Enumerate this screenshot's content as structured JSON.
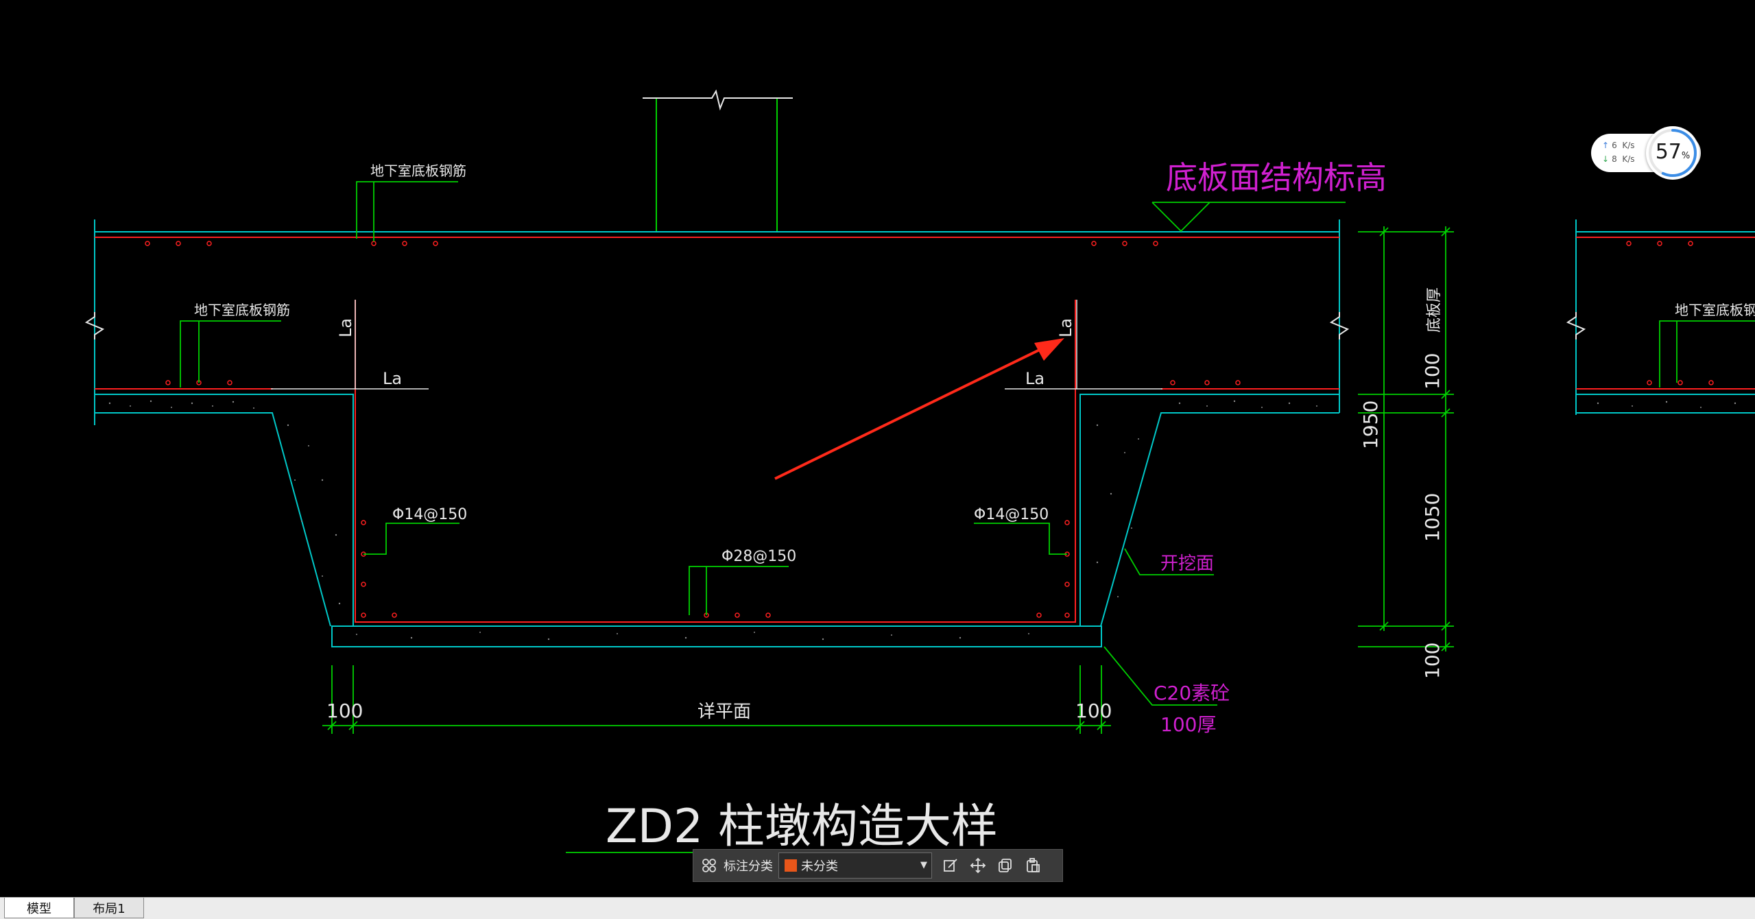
{
  "drawing": {
    "labels": {
      "basement_slab_rebar_top": "地下室底板钢筋",
      "basement_slab_rebar_mid": "地下室底板钢筋",
      "basement_slab_rebar_right": "地下室底板钢筋",
      "slab_top_elevation": "底板面结构标高",
      "la_vert_left": "La",
      "la_horiz_left": "La",
      "la_vert_right": "La",
      "la_horiz_right": "La",
      "rebar_left": "Φ14@150",
      "rebar_right": "Φ14@150",
      "rebar_bottom": "Φ28@150",
      "excavation_face": "开挖面",
      "concrete_grade": "C20素砼",
      "concrete_thickness": "100厚",
      "see_plan": "详平面",
      "dim_left": "100",
      "dim_right": "100",
      "dim_total": "1950",
      "dim_top": "100",
      "dim_mid": "1050",
      "dim_bottom": "100",
      "slab_thickness": "底板厚",
      "title": "ZD2 柱墩构造大样"
    },
    "colors": {
      "line_cyan": "#00c8c8",
      "line_red": "#ff2020",
      "line_green": "#00d000",
      "text_white": "#e8e8e8",
      "text_magenta": "#d020d0",
      "arrow_red": "#ff2a1a"
    }
  },
  "network_widget": {
    "upload_value": "6",
    "upload_unit": "K/s",
    "download_value": "8",
    "download_unit": "K/s",
    "percent": "57",
    "percent_sign": "%",
    "percent_fraction": 0.57
  },
  "annotation_toolbar": {
    "label": "标注分类",
    "selected": "未分类",
    "icons": [
      "category-icon",
      "edit-icon",
      "move-icon",
      "copy-icon",
      "paste-icon"
    ]
  },
  "tabs": {
    "model": "模型",
    "layout1": "布局1"
  }
}
